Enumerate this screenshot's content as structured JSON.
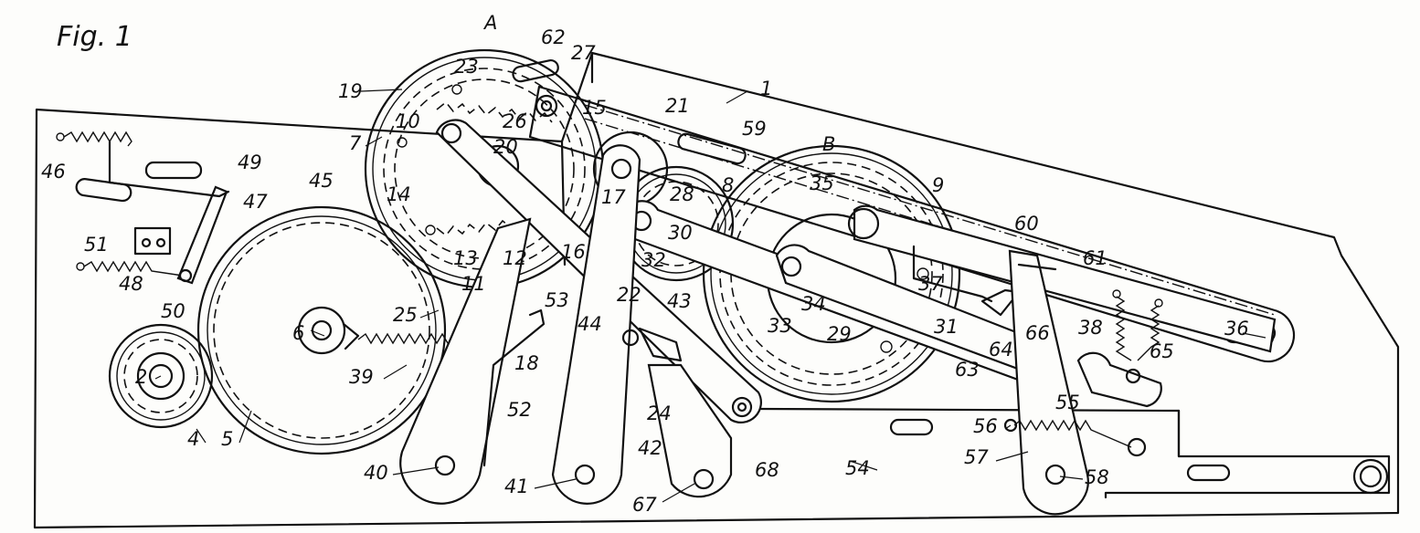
{
  "figure_label": "Fig. 1",
  "unit_labels": {
    "A": "A",
    "B": "B"
  },
  "reference_numerals": {
    "r1": "1",
    "r2": "2",
    "r4": "4",
    "r5": "5",
    "r6": "6",
    "r7": "7",
    "r8": "8",
    "r9": "9",
    "r10": "10",
    "r11": "11",
    "r12": "12",
    "r13": "13",
    "r14": "14",
    "r15": "15",
    "r16": "16",
    "r17": "17",
    "r18": "18",
    "r19": "19",
    "r20": "20",
    "r21": "21",
    "r22": "22",
    "r23": "23",
    "r24": "24",
    "r25": "25",
    "r26": "26",
    "r27": "27",
    "r28": "28",
    "r29": "29",
    "r30": "30",
    "r31": "31",
    "r32": "32",
    "r33": "33",
    "r34": "34",
    "r35": "35",
    "r36": "36",
    "r37": "37",
    "r38": "38",
    "r39": "39",
    "r40": "40",
    "r41": "41",
    "r42": "42",
    "r43": "43",
    "r44": "44",
    "r45": "45",
    "r46": "46",
    "r47": "47",
    "r48": "48",
    "r49": "49",
    "r50": "50",
    "r51": "51",
    "r52": "52",
    "r53": "53",
    "r54": "54",
    "r55": "55",
    "r56": "56",
    "r57": "57",
    "r58": "58",
    "r59": "59",
    "r60": "60",
    "r61": "61",
    "r62": "62",
    "r63": "63",
    "r64": "64",
    "r65": "65",
    "r66": "66",
    "r67": "67",
    "r68": "68"
  }
}
